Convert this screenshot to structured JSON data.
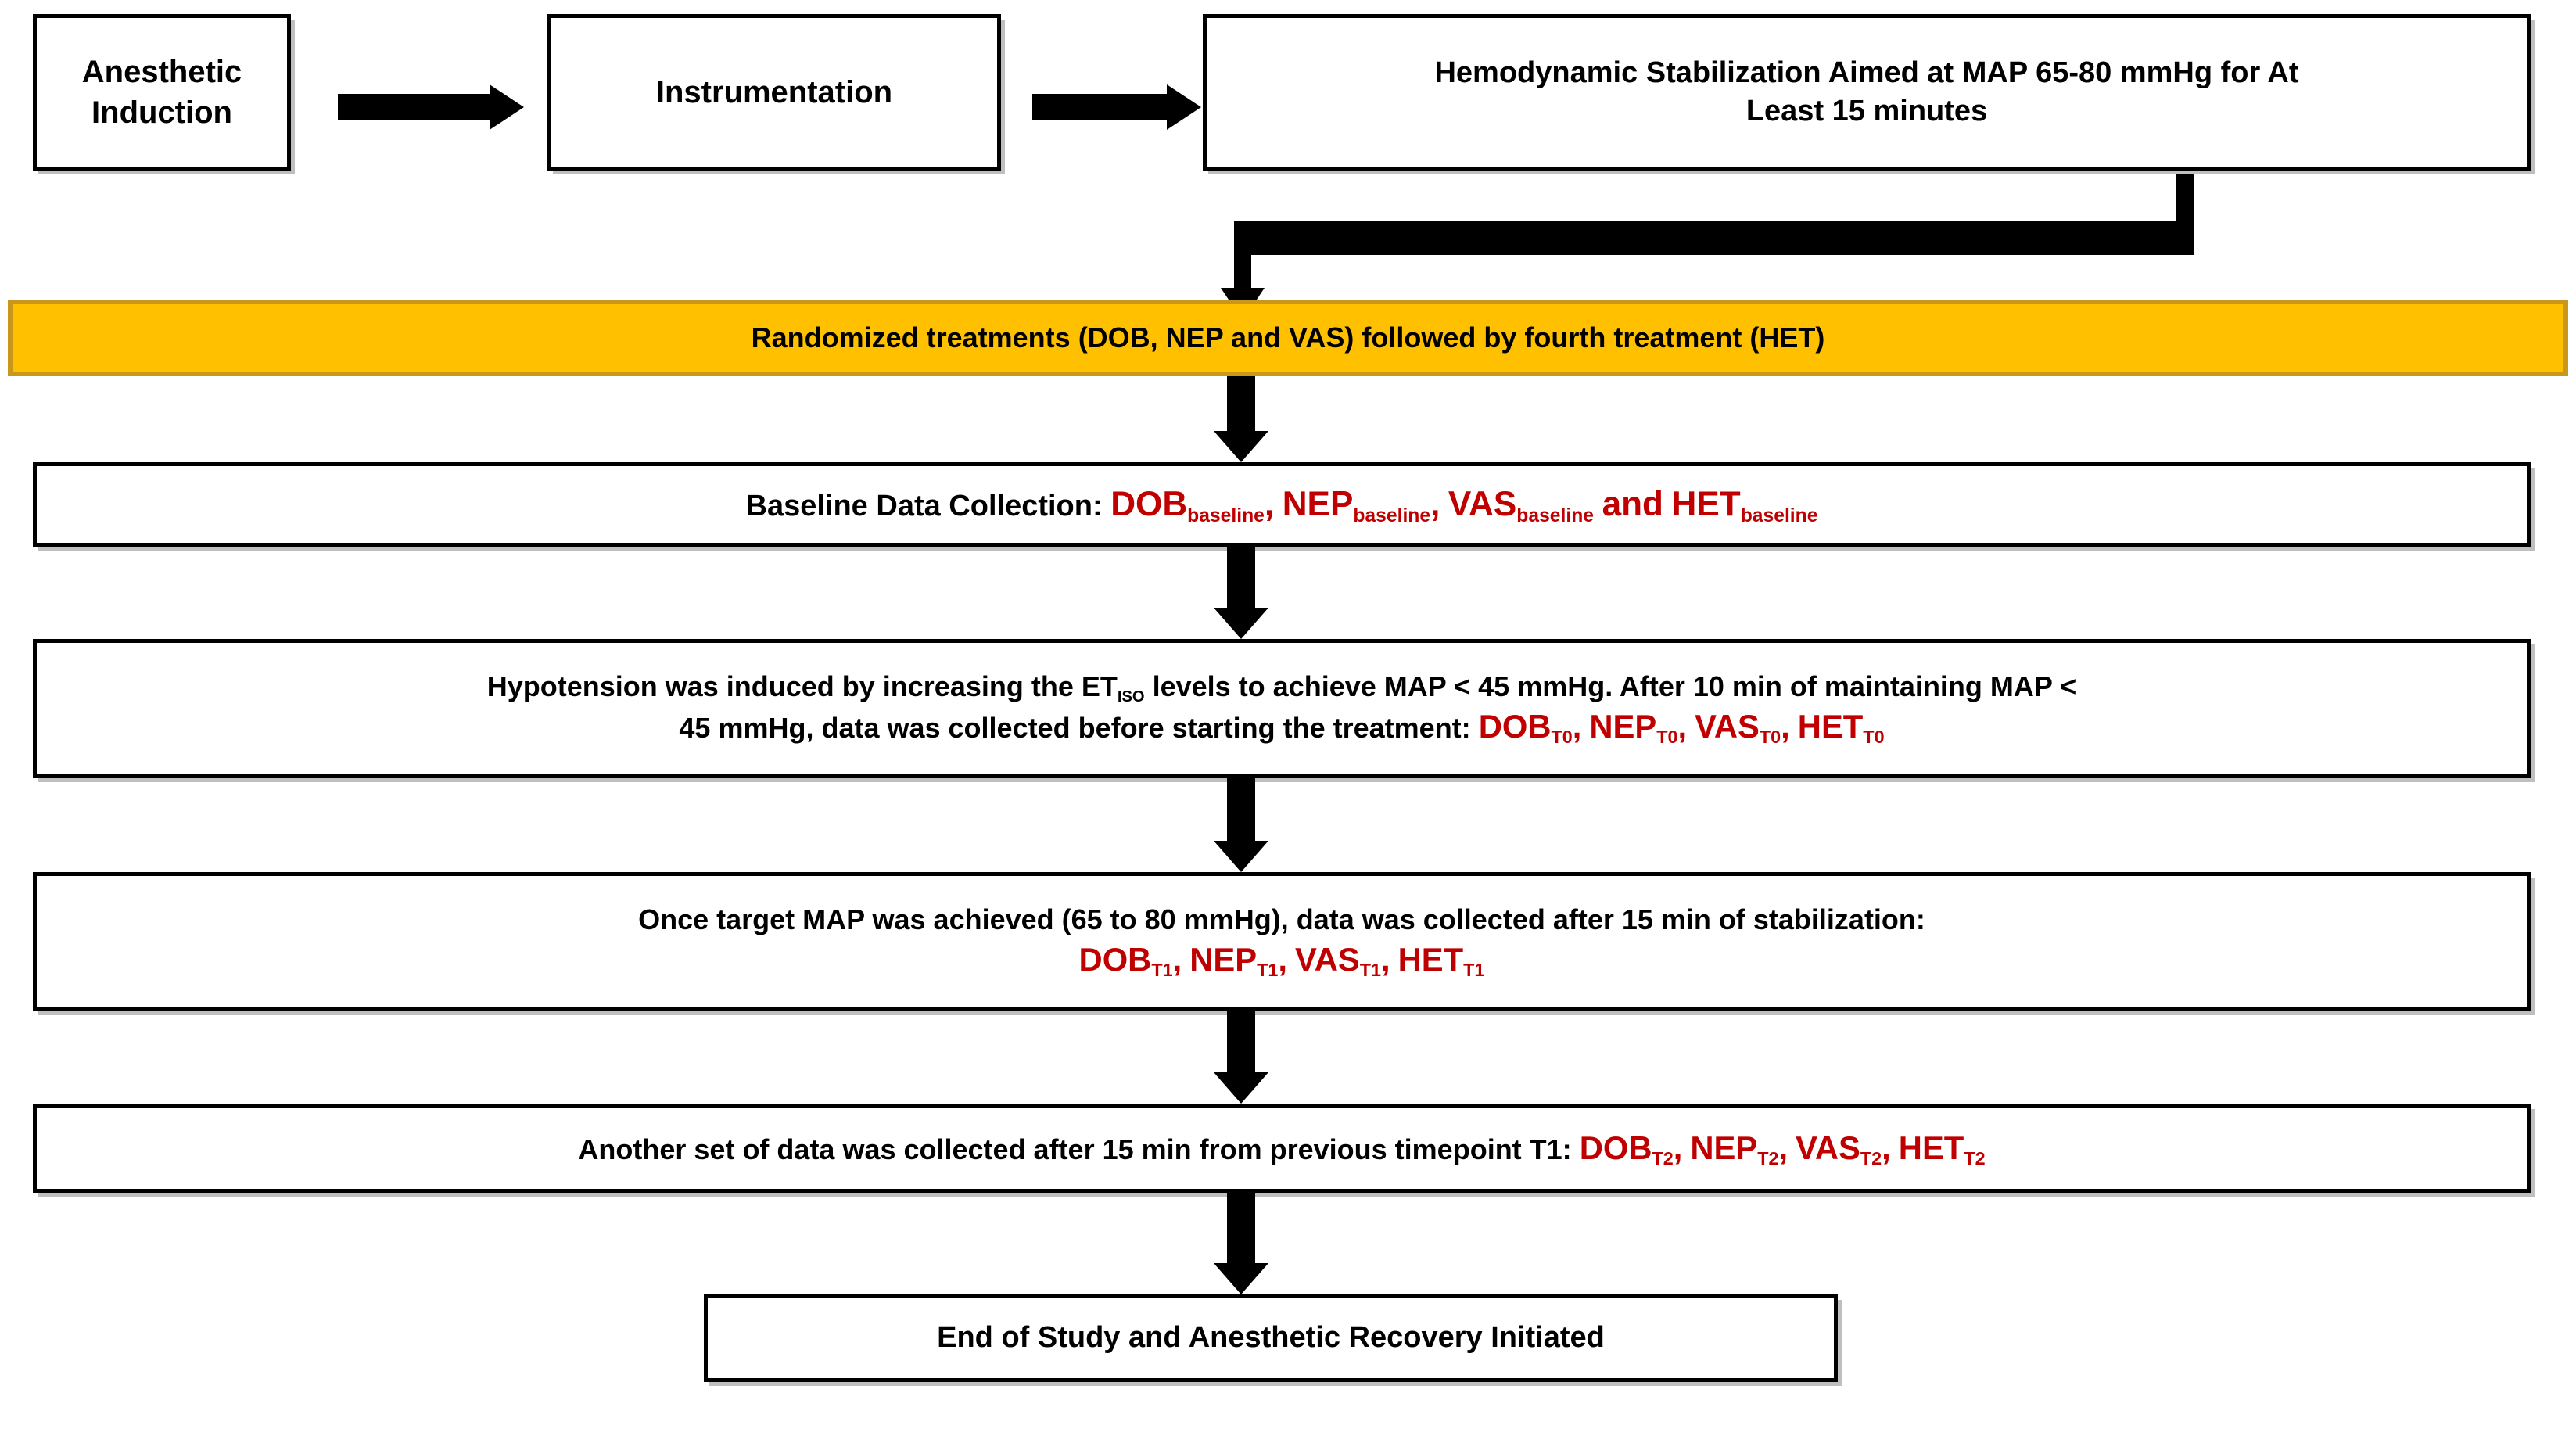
{
  "figure": {
    "title": "Experimental study protocol flowchart",
    "colors": {
      "highlight_bar": "#FFC000",
      "highlight_bar_border": "#C9971B",
      "treatment_label": "#C00000",
      "box_border": "#000000",
      "box_fill": "#FFFFFF"
    }
  },
  "row1": {
    "box_induction": "Anesthetic\nInduction",
    "box_induction_line1": "Anesthetic",
    "box_induction_line2": "Induction",
    "box_instrumentation": "Instrumentation",
    "box_stabilization_line1": "Hemodynamic Stabilization Aimed at MAP 65-80 mmHg for At",
    "box_stabilization_line2": "Least 15 minutes",
    "arrow1": "arrow-right",
    "arrow2": "arrow-right"
  },
  "randomization": {
    "text": "Randomized treatments (DOB, NEP and VAS) followed by fourth treatment (HET)"
  },
  "baseline": {
    "lead": "Baseline Data Collection:",
    "items": [
      {
        "drug": "DOB",
        "sub": "baseline",
        "after": ","
      },
      {
        "drug": "NEP",
        "sub": "baseline",
        "after": ","
      },
      {
        "drug": "VAS",
        "sub": "baseline",
        "after": ""
      },
      {
        "drug": "HET",
        "sub": "baseline",
        "after": ""
      }
    ],
    "conjunction": "and"
  },
  "hypotension": {
    "line1_a": "Hypotension was induced by increasing the ET",
    "line1_sub": "ISO",
    "line1_b": " levels to achieve MAP < 45 mmHg. After 10 min of maintaining MAP <",
    "line2_lead": "45 mmHg, data was collected before starting the treatment:",
    "items": [
      {
        "drug": "DOB",
        "sub": "T0",
        "after": ","
      },
      {
        "drug": "NEP",
        "sub": "T0",
        "after": ","
      },
      {
        "drug": "VAS",
        "sub": "T0",
        "after": ","
      },
      {
        "drug": "HET",
        "sub": "T0",
        "after": ""
      }
    ]
  },
  "target_map": {
    "line1": "Once target MAP was achieved (65 to 80 mmHg), data was collected after 15 min of stabilization:",
    "items": [
      {
        "drug": "DOB",
        "sub": "T1",
        "after": ","
      },
      {
        "drug": "NEP",
        "sub": "T1",
        "after": ","
      },
      {
        "drug": "VAS",
        "sub": "T1",
        "after": ","
      },
      {
        "drug": "HET",
        "sub": "T1",
        "after": ""
      }
    ]
  },
  "second_set": {
    "lead": "Another set of data was collected after 15 min from previous timepoint T1:",
    "items": [
      {
        "drug": "DOB",
        "sub": "T2",
        "after": ","
      },
      {
        "drug": "NEP",
        "sub": "T2",
        "after": ","
      },
      {
        "drug": "VAS",
        "sub": "T2",
        "after": ","
      },
      {
        "drug": "HET",
        "sub": "T2",
        "after": ""
      }
    ]
  },
  "end": {
    "text": "End of Study and Anesthetic Recovery Initiated"
  }
}
